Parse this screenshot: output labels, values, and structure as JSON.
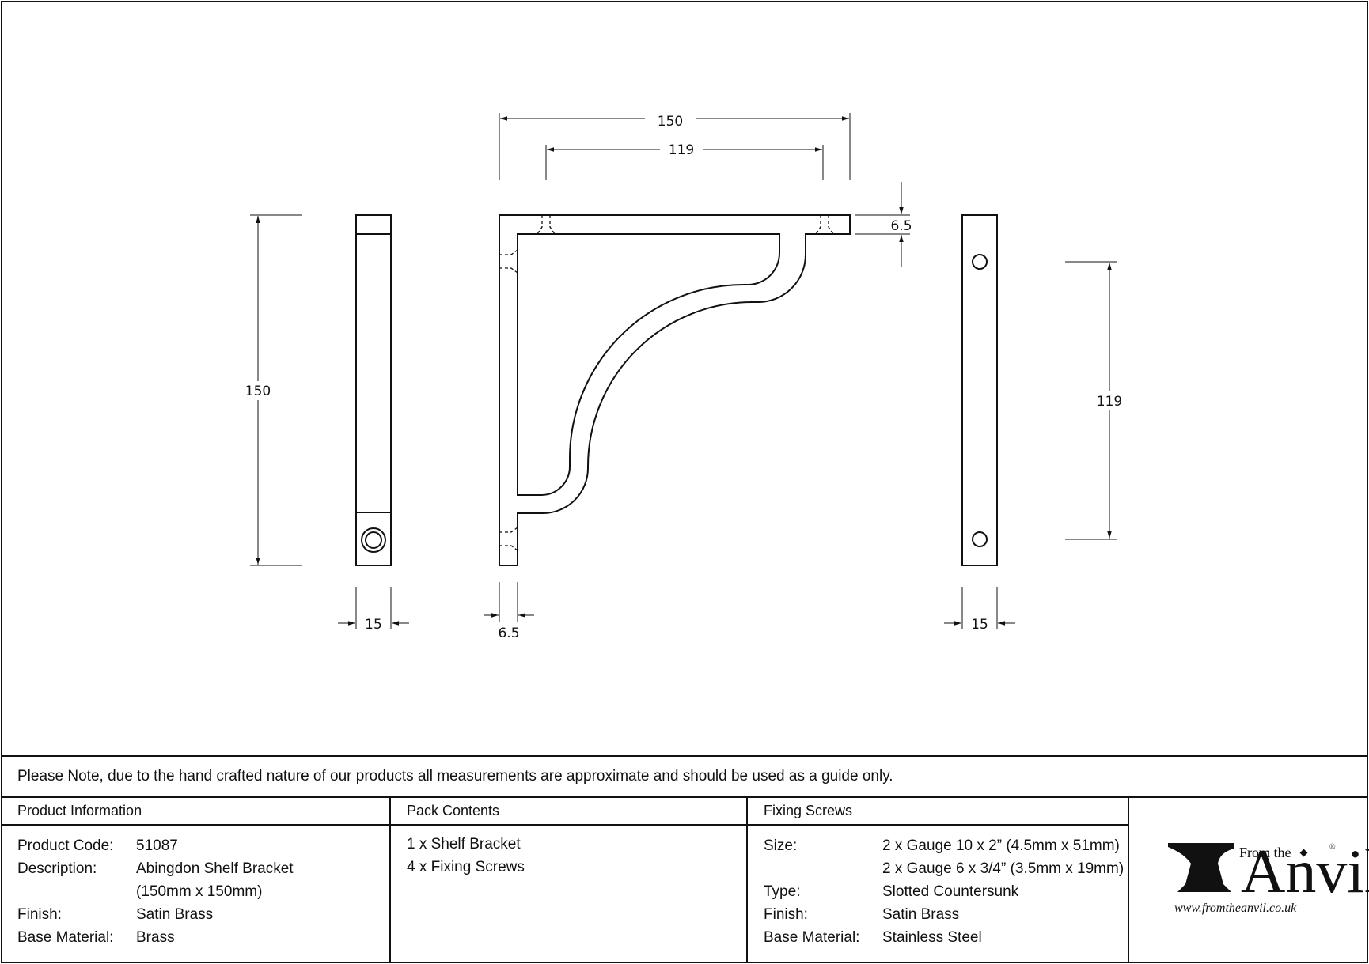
{
  "dimensions": {
    "side_height": "150",
    "side_width": "15",
    "top_overall": "150",
    "top_holes": "119",
    "plate_thickness_right": "6.5",
    "plate_thickness_bottom": "6.5",
    "back_holes": "119",
    "back_width": "15"
  },
  "note": "Please Note, due to the hand crafted nature of our products all measurements are approximate and should be used as a guide only.",
  "product_info": {
    "header": "Product Information",
    "rows": [
      {
        "label": "Product Code:",
        "value": "51087"
      },
      {
        "label": "Description:",
        "value": "Abingdon Shelf Bracket"
      },
      {
        "label": "",
        "value": "(150mm x 150mm)"
      },
      {
        "label": "Finish:",
        "value": "Satin Brass"
      },
      {
        "label": "Base Material:",
        "value": "Brass"
      }
    ]
  },
  "pack_contents": {
    "header": "Pack Contents",
    "items": [
      "1 x Shelf Bracket",
      "4 x Fixing Screws"
    ]
  },
  "fixing_screws": {
    "header": "Fixing Screws",
    "rows": [
      {
        "label": "Size:",
        "value": "2 x Gauge 10 x 2” (4.5mm x 51mm)"
      },
      {
        "label": "",
        "value": "2 x Gauge 6 x 3/4” (3.5mm x 19mm)"
      },
      {
        "label": "Type:",
        "value": "Slotted Countersunk"
      },
      {
        "label": "Finish:",
        "value": "Satin Brass"
      },
      {
        "label": "Base Material:",
        "value": "Stainless Steel"
      }
    ]
  },
  "logo": {
    "from_the": "From the",
    "anvil": "Anvil",
    "registered": "®",
    "url": "www.fromtheanvil.co.uk"
  }
}
